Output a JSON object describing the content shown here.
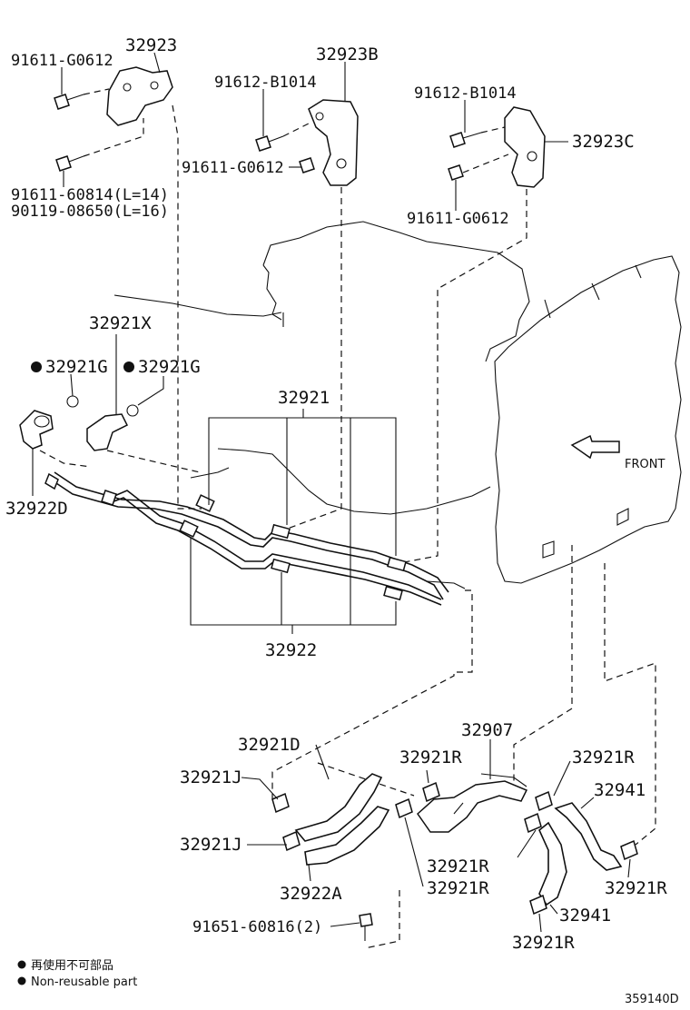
{
  "labels": {
    "p_32923": "32923",
    "p_91611_g0612_a": "91611-G0612",
    "p_91611_60814": "91611-60814(L=14)",
    "p_90119_08650": "90119-08650(L=16)",
    "p_32923b": "32923B",
    "p_91612_b1014_a": "91612-B1014",
    "p_91611_g0612_b": "91611-G0612",
    "p_91612_b1014_b": "91612-B1014",
    "p_32923c": "32923C",
    "p_91611_g0612_c": "91611-G0612",
    "p_32921x": "32921X",
    "p_32921g_a": "32921G",
    "p_32921g_b": "32921G",
    "p_32921": "32921",
    "p_32922d": "32922D",
    "p_32922": "32922",
    "front": "FRONT",
    "p_32921d": "32921D",
    "p_32907": "32907",
    "p_32921r_1": "32921R",
    "p_32921r_2": "32921R",
    "p_32921j_1": "32921J",
    "p_32941_1": "32941",
    "p_32921j_2": "32921J",
    "p_32921r_3": "32921R",
    "p_32921r_4": "32921R",
    "p_32921r_5": "32921R",
    "p_32922a": "32922A",
    "p_32941_2": "32941",
    "p_91651_60816": "91651-60816(2)",
    "p_32921r_6": "32921R"
  },
  "legend": {
    "line_jp": "再使用不可部品",
    "line_en": "Non-reusable part"
  },
  "diagram_code": "359140D"
}
